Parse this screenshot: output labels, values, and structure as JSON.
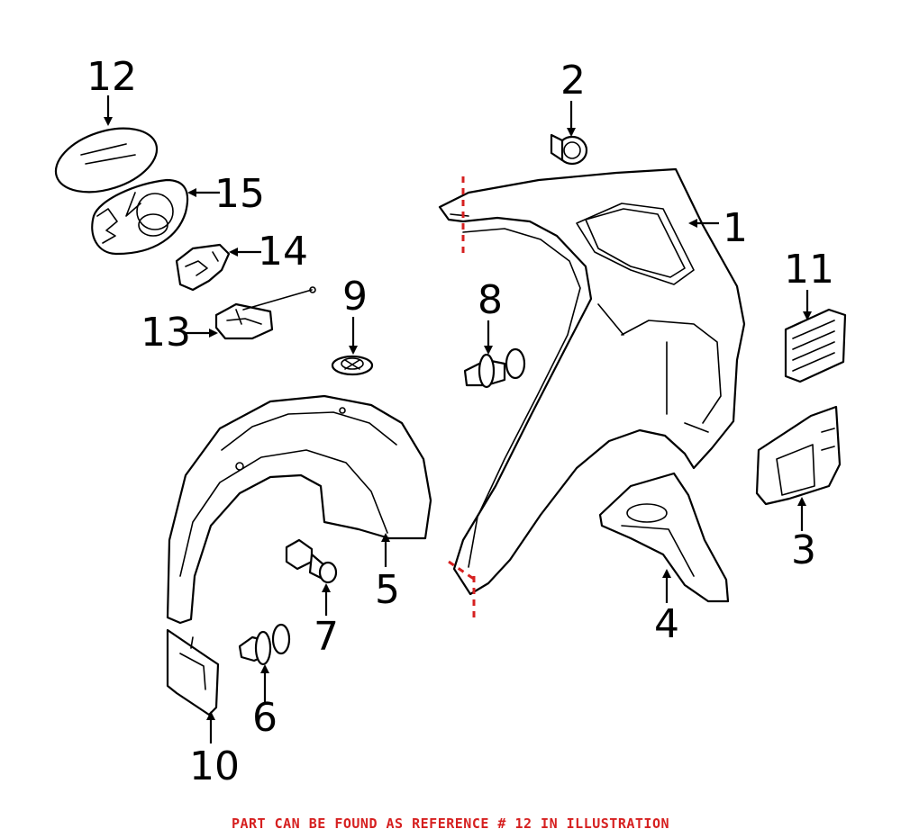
{
  "diagram": {
    "callouts": {
      "c1": "1",
      "c2": "2",
      "c3": "3",
      "c4": "4",
      "c5": "5",
      "c6": "6",
      "c7": "7",
      "c8": "8",
      "c9": "9",
      "c10": "10",
      "c11": "11",
      "c12": "12",
      "c13": "13",
      "c14": "14",
      "c15": "15"
    },
    "footnote": "PART CAN BE FOUND AS REFERENCE # 12 IN ILLUSTRATION",
    "colors": {
      "accent": "#d62020",
      "line": "#000000"
    }
  }
}
